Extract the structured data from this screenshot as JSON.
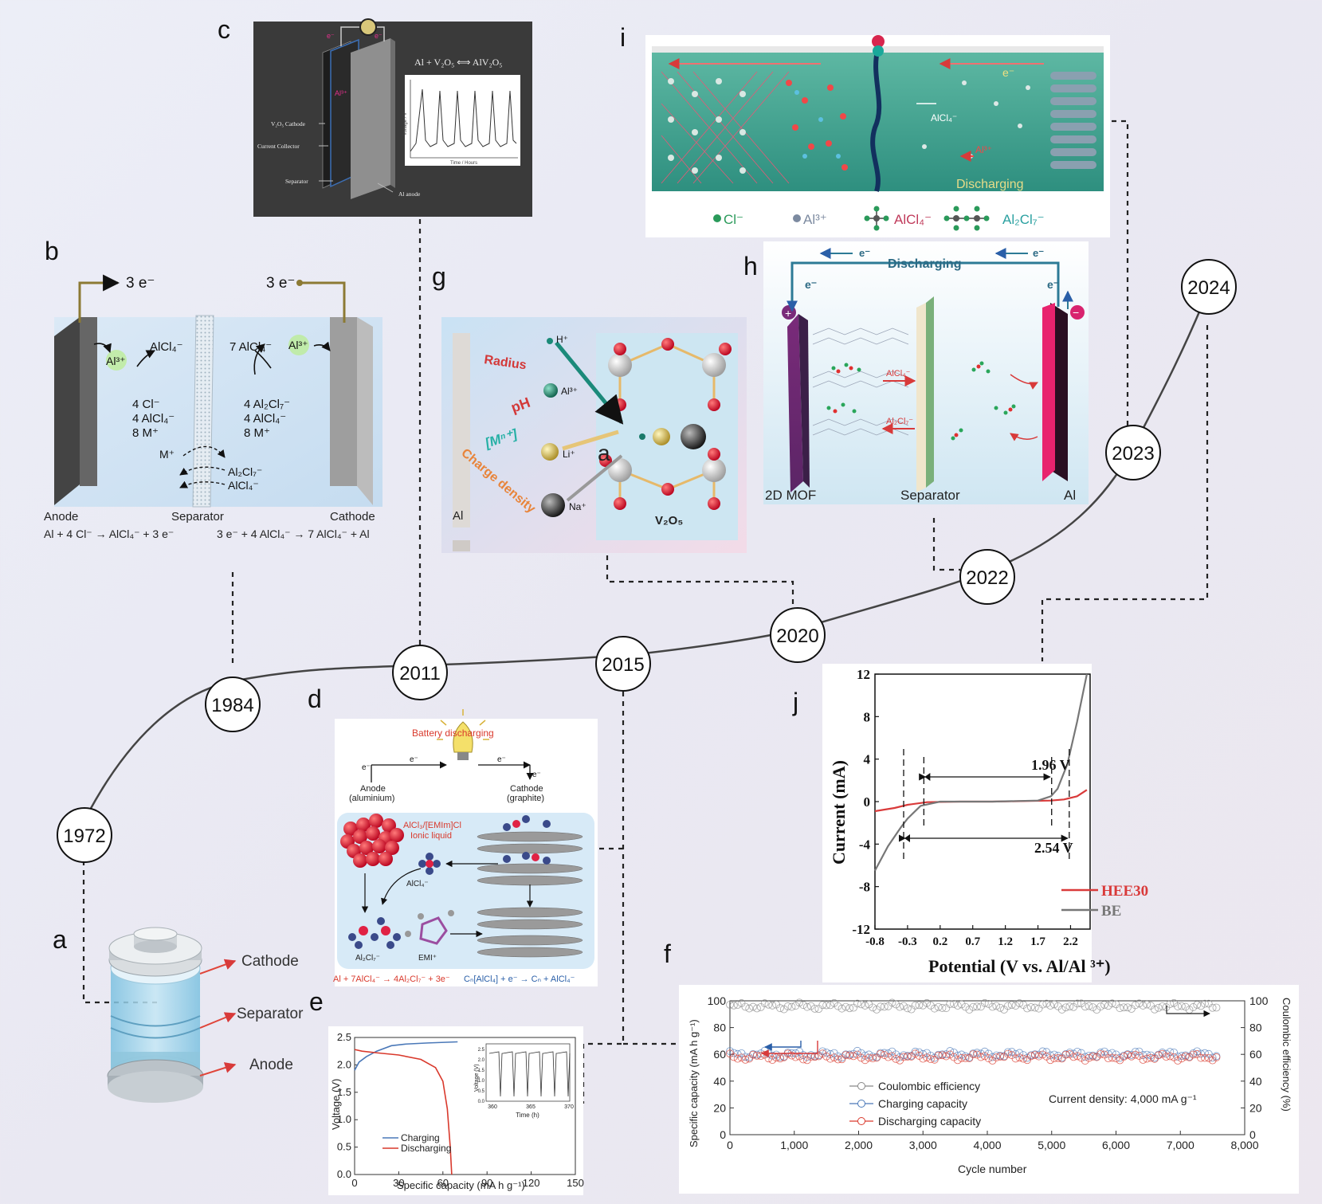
{
  "timeline": {
    "years": [
      "1972",
      "1984",
      "2011",
      "2015",
      "2020",
      "2022",
      "2023",
      "2024"
    ]
  },
  "panel_letters": {
    "a": "a",
    "b": "b",
    "c": "c",
    "d": "d",
    "e": "e",
    "f": "f",
    "g": "g",
    "h": "h",
    "i": "i",
    "j": "j"
  },
  "panel_a": {
    "cathode": "Cathode",
    "separator": "Separator",
    "anode": "Anode"
  },
  "panel_b": {
    "electron_left": "3 e⁻",
    "electron_right": "3 e⁻",
    "al3_left": "Al³⁺",
    "alcl4_left": "AlCl₄⁻",
    "left_stack": [
      "4 Cl⁻",
      "4 AlCl₄⁻",
      "8 M⁺"
    ],
    "seven_alcl4": "7 AlCl₄⁻",
    "al3_right": "Al³⁺",
    "right_stack": [
      "4 Al₂Cl₇⁻",
      "4 AlCl₄⁻",
      "8 M⁺"
    ],
    "m_plus": "M⁺",
    "al2cl7": "Al₂Cl₇⁻",
    "alcl4_bottom": "AlCl₄⁻",
    "anode": "Anode",
    "separator": "Separator",
    "cathode": "Cathode",
    "eq_anode": "Al + 4 Cl⁻ → AlCl₄⁻ + 3 e⁻",
    "eq_cathode": "3 e⁻ + 4 AlCl₄⁻ →  7 AlCl₄⁻ + Al"
  },
  "panel_c": {
    "reaction": "Al + V₂O₅ ⟺ AlV₂O₅",
    "v2o5_cathode": "V₂O₅ Cathode",
    "current_collector": "Current Collector",
    "separator": "Separator",
    "al_anode": "Al anode",
    "ylabel": "Voltage / V",
    "xlabel": "Time / Hours",
    "ion": "Al³⁺",
    "e_left": "e⁻",
    "e_right": "e⁻"
  },
  "panel_d": {
    "title": "Battery discharging",
    "e1": "e⁻",
    "e2": "e⁻",
    "e3": "e⁻",
    "e4": "e⁻",
    "anode": "Anode",
    "anode_sub": "(aluminium)",
    "cathode": "Cathode",
    "cathode_sub": "(graphite)",
    "ionic_liquid_1": "AlCl₃/[EMIm]Cl",
    "ionic_liquid_2": "Ionic liquid",
    "alcl4": "AlCl₄⁻",
    "al2cl7": "Al₂Cl₇⁻",
    "emi": "EMI⁺",
    "eq_left": "Al + 7AlCl₄⁻ → 4Al₂Cl₇⁻ + 3e⁻",
    "eq_right": "Cₙ[AlCl₄] + e⁻ → Cₙ + AlCl₄⁻"
  },
  "panel_e": {
    "xlabel": "Specific capacity (mA h g⁻¹)",
    "ylabel": "Voltage (V)",
    "inset_xlabel": "Time (h)",
    "inset_ylabel": "Voltage (V)",
    "legend": [
      "Charging",
      "Discharging"
    ]
  },
  "panel_f": {
    "xlabel": "Cycle number",
    "ylabel_left": "Specific capacity (mA h g⁻¹)",
    "ylabel_right": "Coulombic efficiency (%)",
    "legend": [
      "Coulombic efficiency",
      "Charging capacity",
      "Discharging capacity"
    ],
    "annotation": "Current density: 4,000 mA g⁻¹"
  },
  "panel_g": {
    "h_plus": "H⁺",
    "al3": "Al³⁺",
    "li": "Li⁺",
    "na": "Na⁺",
    "radius": "Radius",
    "ph": "pH",
    "m_ion": "[Mⁿ⁺]",
    "charge_density": "Charge density",
    "al": "Al",
    "v2o5": "V₂O₅",
    "a_label": "a"
  },
  "panel_h": {
    "discharging": "Discharging",
    "e_top_left": "e⁻",
    "e_top_right": "e⁻",
    "e_left": "e⁻",
    "e_right": "e⁻",
    "alcl4": "AlCl₄⁻",
    "al2cl7": "Al₂Cl₇⁻",
    "mof": "2D MOF",
    "separator": "Separator",
    "al": "Al",
    "plus": "+",
    "minus": "−"
  },
  "panel_i": {
    "alcl4_center": "AlCl₄⁻",
    "al3_center": "Al³⁺",
    "e_label": "e⁻",
    "discharging": "Discharging",
    "legend": [
      "Cl⁻",
      "Al³⁺",
      "AlCl₄⁻",
      "Al₂Cl₇⁻"
    ]
  },
  "panel_j": {
    "xlabel": "Potential (V vs. Al/Al ³⁺)",
    "ylabel": "Current (mA)",
    "window_hee30": "1.96 V",
    "window_be": "2.54 V",
    "legend": [
      "HEE30",
      "BE"
    ]
  },
  "colors": {
    "hee30": "#d93a3a",
    "be": "#777777",
    "charging": "#4a78b8",
    "discharging": "#d9392c",
    "coulombic": "#888888"
  },
  "chart_data": [
    {
      "id": "e",
      "type": "line",
      "xlabel": "Specific capacity (mA h g⁻¹)",
      "ylabel": "Voltage (V)",
      "xlim": [
        0,
        150
      ],
      "ylim": [
        0,
        2.5
      ],
      "xticks": [
        0,
        30,
        60,
        90,
        120,
        150
      ],
      "yticks": [
        0.0,
        0.5,
        1.0,
        1.5,
        2.0,
        2.5
      ],
      "series": [
        {
          "name": "Charging",
          "x": [
            0,
            3,
            8,
            15,
            25,
            35,
            50,
            70
          ],
          "y": [
            1.9,
            2.05,
            2.15,
            2.25,
            2.35,
            2.38,
            2.4,
            2.42
          ]
        },
        {
          "name": "Discharging",
          "x": [
            0,
            5,
            15,
            30,
            45,
            55,
            60,
            63,
            65,
            66
          ],
          "y": [
            2.28,
            2.25,
            2.22,
            2.18,
            2.1,
            1.95,
            1.7,
            1.2,
            0.5,
            0.0
          ]
        }
      ],
      "inset": {
        "xlabel": "Time (h)",
        "ylabel": "Voltage (V)",
        "xticks": [
          360,
          365,
          370
        ],
        "yticks": [
          0.0,
          0.5,
          1.0,
          1.5,
          2.0,
          2.5
        ]
      }
    },
    {
      "id": "f",
      "type": "scatter",
      "xlabel": "Cycle number",
      "ylabel": "Specific capacity (mA h g⁻¹)",
      "y2label": "Coulombic efficiency (%)",
      "xlim": [
        0,
        8000
      ],
      "ylim": [
        0,
        100
      ],
      "y2lim": [
        0,
        100
      ],
      "xticks": [
        "0",
        "1,000",
        "2,000",
        "3,000",
        "4,000",
        "5,000",
        "6,000",
        "7,000",
        "8,000"
      ],
      "yticks": [
        0,
        20,
        40,
        60,
        80,
        100
      ],
      "series": [
        {
          "name": "Coulombic efficiency",
          "axis": "right",
          "level": 96
        },
        {
          "name": "Charging capacity",
          "axis": "left",
          "level": 60
        },
        {
          "name": "Discharging capacity",
          "axis": "left",
          "level": 58
        }
      ],
      "x_end": 7600
    },
    {
      "id": "j",
      "type": "line",
      "xlabel": "Potential (V vs. Al/Al ³⁺)",
      "ylabel": "Current (mA)",
      "xlim": [
        -0.8,
        2.5
      ],
      "ylim": [
        -12,
        12
      ],
      "xticks": [
        "-0.8",
        "-0.3",
        "0.2",
        "0.7",
        "1.2",
        "1.7",
        "2.2"
      ],
      "yticks": [
        "12",
        "8",
        "4",
        "0",
        "-4",
        "-8",
        "-12"
      ],
      "series": [
        {
          "name": "HEE30",
          "x": [
            -0.8,
            -0.5,
            -0.3,
            0.0,
            0.5,
            1.0,
            1.5,
            1.9,
            2.1,
            2.3,
            2.45
          ],
          "y": [
            -0.9,
            -0.6,
            -0.3,
            -0.05,
            0.0,
            0.0,
            0.05,
            0.1,
            0.2,
            0.5,
            1.1
          ]
        },
        {
          "name": "BE",
          "x": [
            -0.8,
            -0.6,
            -0.4,
            -0.3,
            -0.1,
            0.2,
            1.0,
            1.7,
            1.9,
            2.0,
            2.15,
            2.3,
            2.45
          ],
          "y": [
            -6.5,
            -4.2,
            -2.4,
            -1.6,
            -0.4,
            0.0,
            0.0,
            0.1,
            0.5,
            1.2,
            3.5,
            7.5,
            12.0
          ]
        }
      ],
      "windows": [
        {
          "label": "1.96 V",
          "x0": -0.05,
          "x1": 1.91
        },
        {
          "label": "2.54 V",
          "x0": -0.36,
          "x1": 2.18
        }
      ]
    }
  ]
}
